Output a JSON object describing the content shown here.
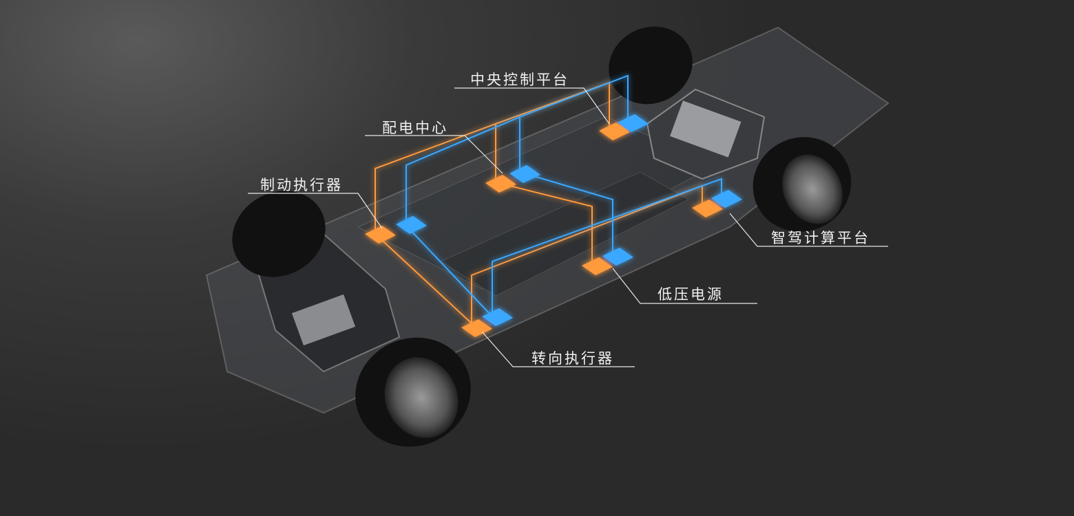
{
  "labels": {
    "central_control": "中央控制平台",
    "power_distribution": "配电中心",
    "brake_actuator": "制动执行器",
    "adas_compute": "智驾计算平台",
    "low_voltage_power": "低压电源",
    "steering_actuator": "转向执行器"
  },
  "colors": {
    "orange_module": "#ff9a3c",
    "blue_module": "#3aa8ff",
    "background": "#333333"
  }
}
